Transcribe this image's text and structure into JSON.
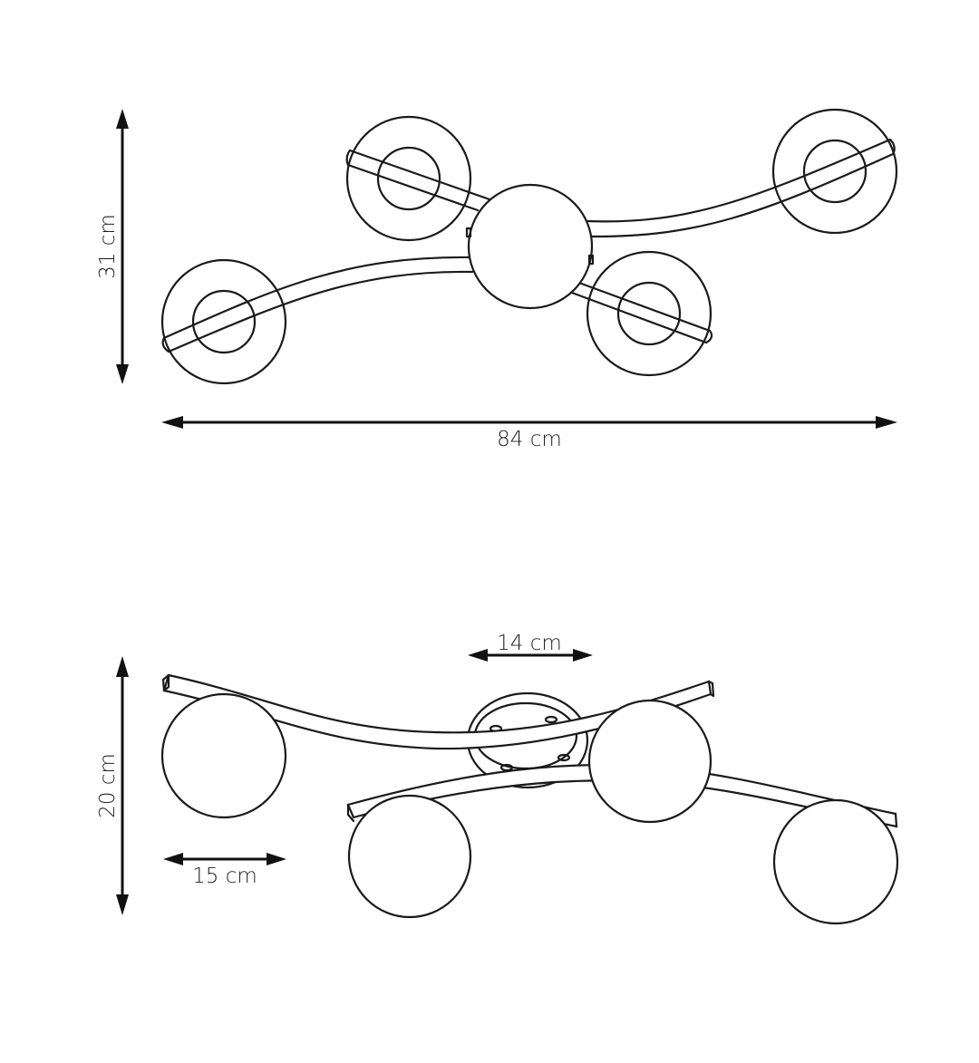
{
  "diagram": {
    "subject": "5-light wave ceiling lamp dimension drawing",
    "top_view": {
      "height_label": "31 cm",
      "width_label": "84 cm"
    },
    "side_view": {
      "height_label": "20 cm",
      "base_width_label": "14 cm",
      "shade_width_label": "15 cm"
    },
    "colors": {
      "line": "#1a1a1a",
      "background": "#ffffff"
    }
  }
}
